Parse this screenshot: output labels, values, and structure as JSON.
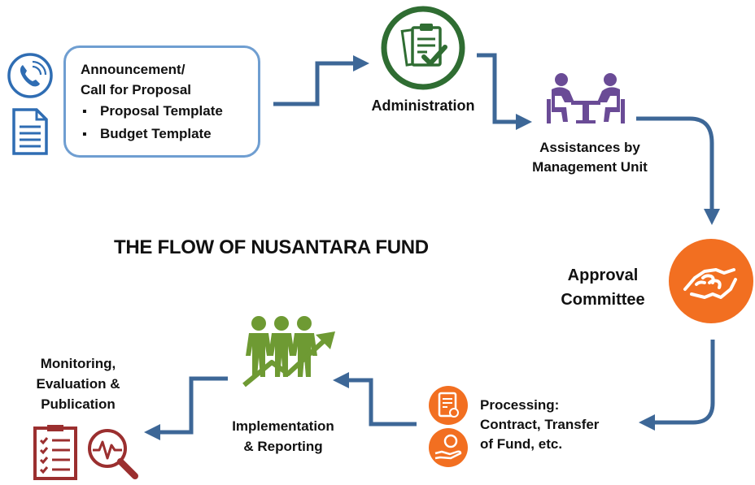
{
  "diagram": {
    "title": "THE FLOW OF NUSANTARA FUND",
    "steps": {
      "announcement": {
        "title_line1": "Announcement/",
        "title_line2": "Call for Proposal",
        "items": [
          "Proposal Template",
          "Budget Template"
        ]
      },
      "administration": {
        "label": "Administration"
      },
      "assistance": {
        "line1": "Assistances by",
        "line2": "Management Unit"
      },
      "approval": {
        "line1": "Approval",
        "line2": "Committee"
      },
      "processing": {
        "line1": "Processing:",
        "line2": "Contract, Transfer",
        "line3": "of Fund, etc."
      },
      "implementation": {
        "line1": "Implementation",
        "line2": "& Reporting"
      },
      "monitoring": {
        "line1": "Monitoring,",
        "line2": "Evaluation &",
        "line3": "Publication"
      }
    },
    "icons": [
      "phone-icon",
      "document-icon",
      "clipboard-check-icon",
      "meeting-table-icon",
      "handshake-icon",
      "contract-certificate-icon",
      "money-hand-icon",
      "growth-people-icon",
      "checklist-icon",
      "magnifier-analytics-icon"
    ],
    "colors": {
      "arrow": "#3d6797",
      "box_border": "#6f9ed1",
      "icon_blue": "#2f6db3",
      "admin_green": "#2f6d32",
      "meeting_purple": "#6a4b96",
      "approval_orange": "#f26f21",
      "growth_green": "#6e9a33",
      "monitor_red": "#9b2f2f"
    }
  }
}
